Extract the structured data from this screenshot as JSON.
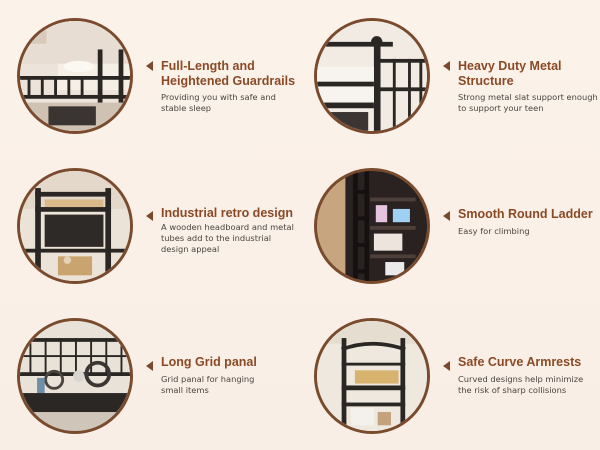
{
  "colors": {
    "background": "#faf0e8",
    "accent": "#7a4a2d",
    "title": "#8a4a26",
    "text": "#4a4440"
  },
  "features": [
    {
      "title": "Full-Length and\nHeightened Guardrails",
      "description": "Providing you with safe and\nstable sleep",
      "icon": "arrow-left-icon"
    },
    {
      "title": "Heavy Duty Metal\nStructure",
      "description": "Strong metal slat support enough\nto support your teen",
      "icon": "arrow-left-icon"
    },
    {
      "title": "Industrial retro design",
      "description": "A wooden headboard and metal\ntubes add to the industrial\ndesign appeal",
      "icon": "arrow-left-icon"
    },
    {
      "title": "Smooth Round Ladder",
      "description": "Easy for climbing",
      "icon": "arrow-left-icon"
    },
    {
      "title": "Long Grid panal",
      "description": "Grid panal for hanging\nsmall items",
      "icon": "arrow-left-icon"
    },
    {
      "title": "Safe Curve Armrests",
      "description": "Curved designs help minimize\nthe risk of sharp collisions",
      "icon": "arrow-left-icon"
    }
  ]
}
